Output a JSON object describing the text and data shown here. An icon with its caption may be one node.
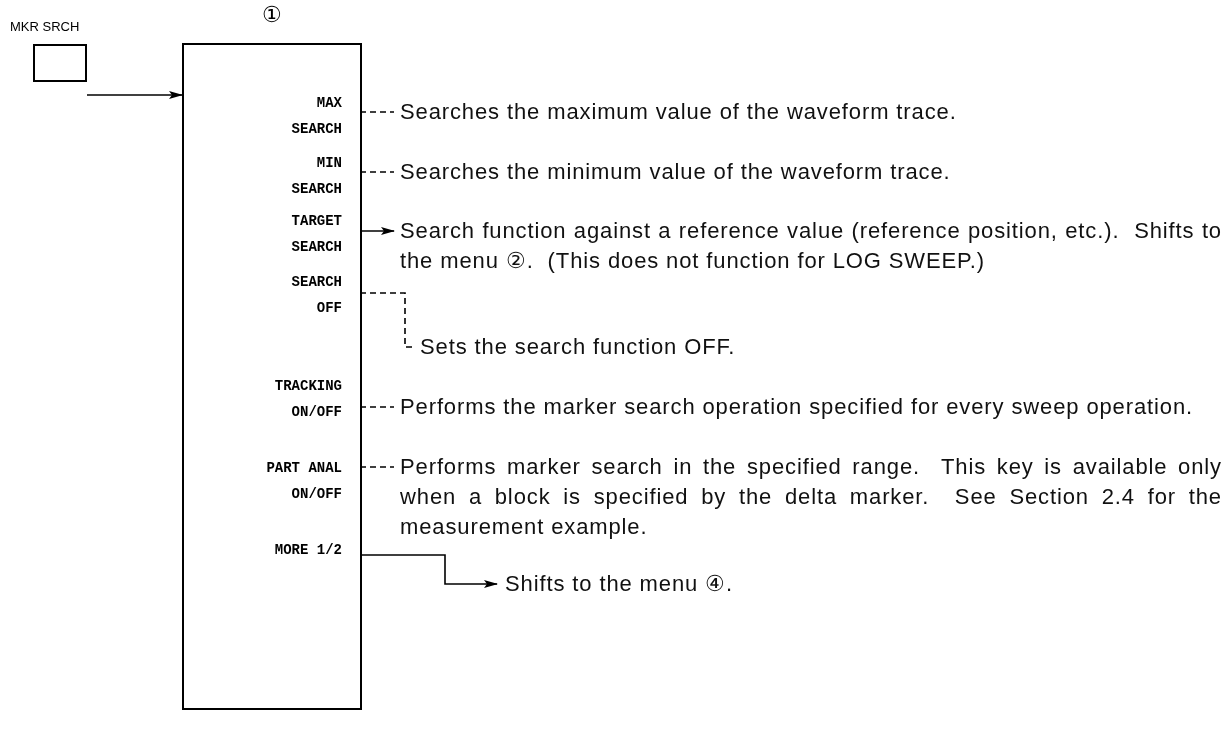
{
  "diagram": {
    "nodes": [
      {
        "text": [
          "MKR SRCH"
        ]
      },
      {
        "text": [],
        "shape": "box",
        "beside": [
          "①"
        ]
      },
      {
        "text": [
          "MAX SEARCH"
        ],
        "in": 1
      },
      {
        "text": [
          "MIN SEARCH"
        ],
        "in": 1
      },
      {
        "text": [
          "TARGET SEARCH"
        ],
        "in": 1
      },
      {
        "text": [
          "SEARCH OFF"
        ],
        "in": 1
      },
      {
        "text": [
          "TRACKING ON/OFF"
        ],
        "in": 1
      },
      {
        "text": [
          "PART ANAL ON/OFF"
        ],
        "in": 1
      },
      {
        "text": [
          "MORE 1/2"
        ],
        "in": 1
      },
      {
        "text": [
          "Searches the maximum value of the waveform trace."
        ]
      },
      {
        "text": [
          "Searches the minimum value of the waveform trace."
        ]
      },
      {
        "text": [
          "Search function against a reference value (reference position, etc.).  Shifts to the menu ②.  (This does not function for LOG SWEEP.)"
        ]
      },
      {
        "text": [
          "Sets the search function OFF."
        ]
      },
      {
        "text": [
          "Performs the marker search operation specified for every sweep operation."
        ]
      },
      {
        "text": [
          "Performs marker search in the specified range.  This key is available only when a block is specified by the delta marker.  See Section 2.4 for the measurement example."
        ]
      },
      {
        "text": [
          "Shifts to the menu ④."
        ]
      }
    ],
    "edges": [
      {
        "from": 0,
        "to": 1,
        "arrow": "to"
      },
      {
        "from": 2,
        "to": 9,
        "arrow": "none",
        "style": "dashed"
      },
      {
        "from": 3,
        "to": 10,
        "arrow": "none",
        "style": "dashed"
      },
      {
        "from": 4,
        "to": 11,
        "arrow": "to"
      },
      {
        "from": 5,
        "to": 12,
        "arrow": "none",
        "style": "dashed"
      },
      {
        "from": 6,
        "to": 13,
        "arrow": "none",
        "style": "dashed"
      },
      {
        "from": 7,
        "to": 14,
        "arrow": "none",
        "style": "dashed"
      },
      {
        "from": 8,
        "to": 15,
        "arrow": "to"
      }
    ]
  }
}
